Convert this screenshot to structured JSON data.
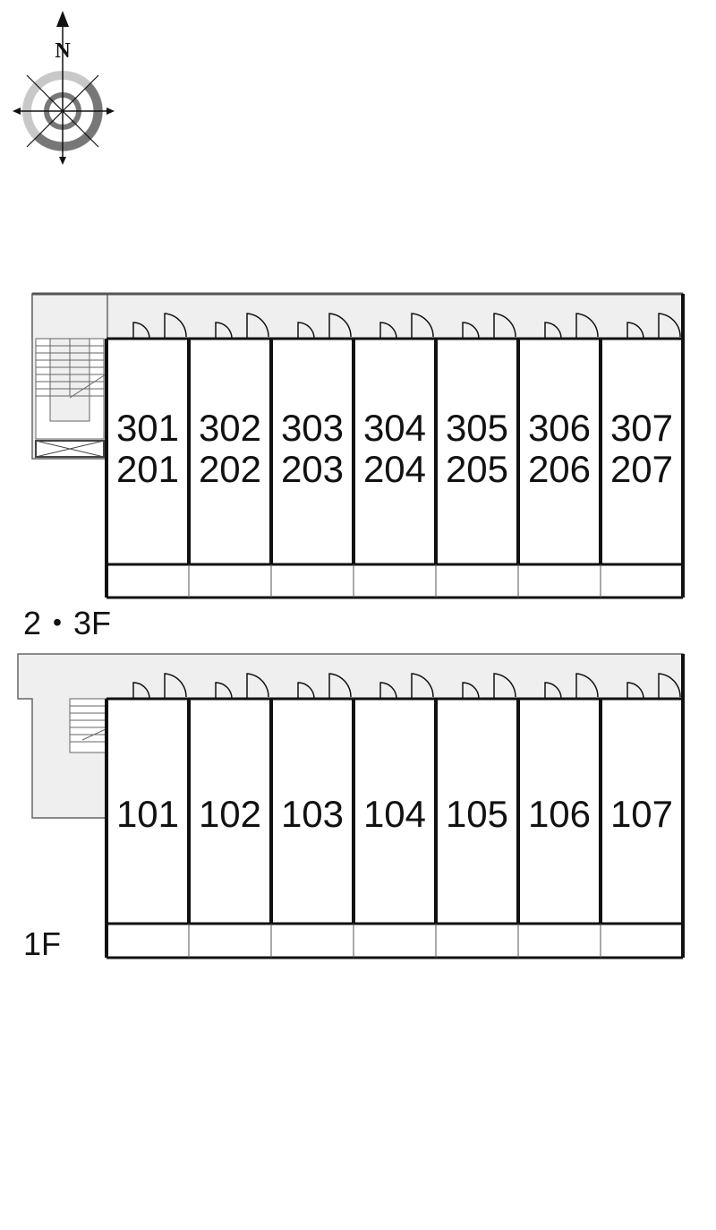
{
  "compass": {
    "label": "N"
  },
  "floors": [
    {
      "id": "upper",
      "label": "2・3F",
      "units": [
        {
          "top": "301",
          "bottom": "201"
        },
        {
          "top": "302",
          "bottom": "202"
        },
        {
          "top": "303",
          "bottom": "203"
        },
        {
          "top": "304",
          "bottom": "204"
        },
        {
          "top": "305",
          "bottom": "205"
        },
        {
          "top": "306",
          "bottom": "206"
        },
        {
          "top": "307",
          "bottom": "207"
        }
      ]
    },
    {
      "id": "ground",
      "label": "1F",
      "units": [
        {
          "top": "101"
        },
        {
          "top": "102"
        },
        {
          "top": "103"
        },
        {
          "top": "104"
        },
        {
          "top": "105"
        },
        {
          "top": "106"
        },
        {
          "top": "107"
        }
      ]
    }
  ]
}
